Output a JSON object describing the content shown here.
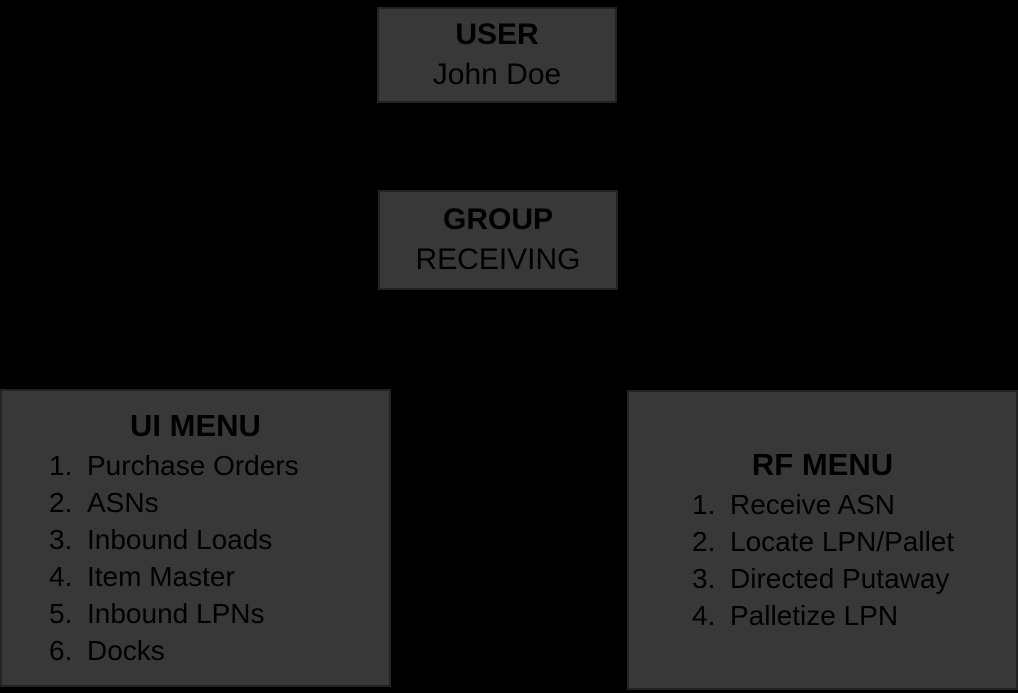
{
  "user_box": {
    "title": "USER",
    "value": "John Doe"
  },
  "group_box": {
    "title": "GROUP",
    "value": "RECEIVING"
  },
  "ui_menu": {
    "title": "UI MENU",
    "items": [
      {
        "num": "1.",
        "label": "Purchase Orders"
      },
      {
        "num": "2.",
        "label": "ASNs"
      },
      {
        "num": "3.",
        "label": "Inbound Loads"
      },
      {
        "num": "4.",
        "label": "Item Master"
      },
      {
        "num": "5.",
        "label": "Inbound LPNs"
      },
      {
        "num": "6.",
        "label": "Docks"
      }
    ]
  },
  "rf_menu": {
    "title": "RF MENU",
    "items": [
      {
        "num": "1.",
        "label": "Receive ASN"
      },
      {
        "num": "2.",
        "label": "Locate LPN/Pallet"
      },
      {
        "num": "3.",
        "label": "Directed Putaway"
      },
      {
        "num": "4.",
        "label": "Palletize LPN"
      }
    ]
  },
  "colors": {
    "background": "#000000",
    "box_fill": "#383838",
    "box_border": "#232323",
    "text": "#000000"
  }
}
